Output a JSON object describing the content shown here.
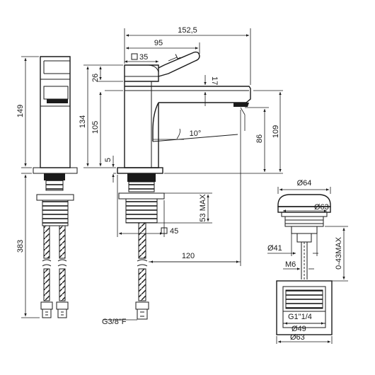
{
  "dimensions": {
    "overall_length": "152,5",
    "spout_length": "95",
    "square_body": "35",
    "total_height": "149",
    "body_height": "134",
    "handle_height": "26",
    "outlet_height": "105",
    "spout_thickness": "17",
    "spout_angle": "10°",
    "clearance": "109",
    "outlet_clearance": "86",
    "deck_gap": "5",
    "max_deck": "53 MAX",
    "square_base": "45",
    "reach": "120",
    "hose_length": "383",
    "hose_connection": "G3/8\"F"
  },
  "waste": {
    "cap_diameter": "Ø64",
    "flange_diameter": "Ø63",
    "stem_diameter": "Ø41",
    "rod_thread": "M6",
    "deck_range": "0-43MAX",
    "outlet_thread": "G1\"1/4",
    "body_diameter": "Ø49",
    "base_diameter": "Ø63"
  }
}
